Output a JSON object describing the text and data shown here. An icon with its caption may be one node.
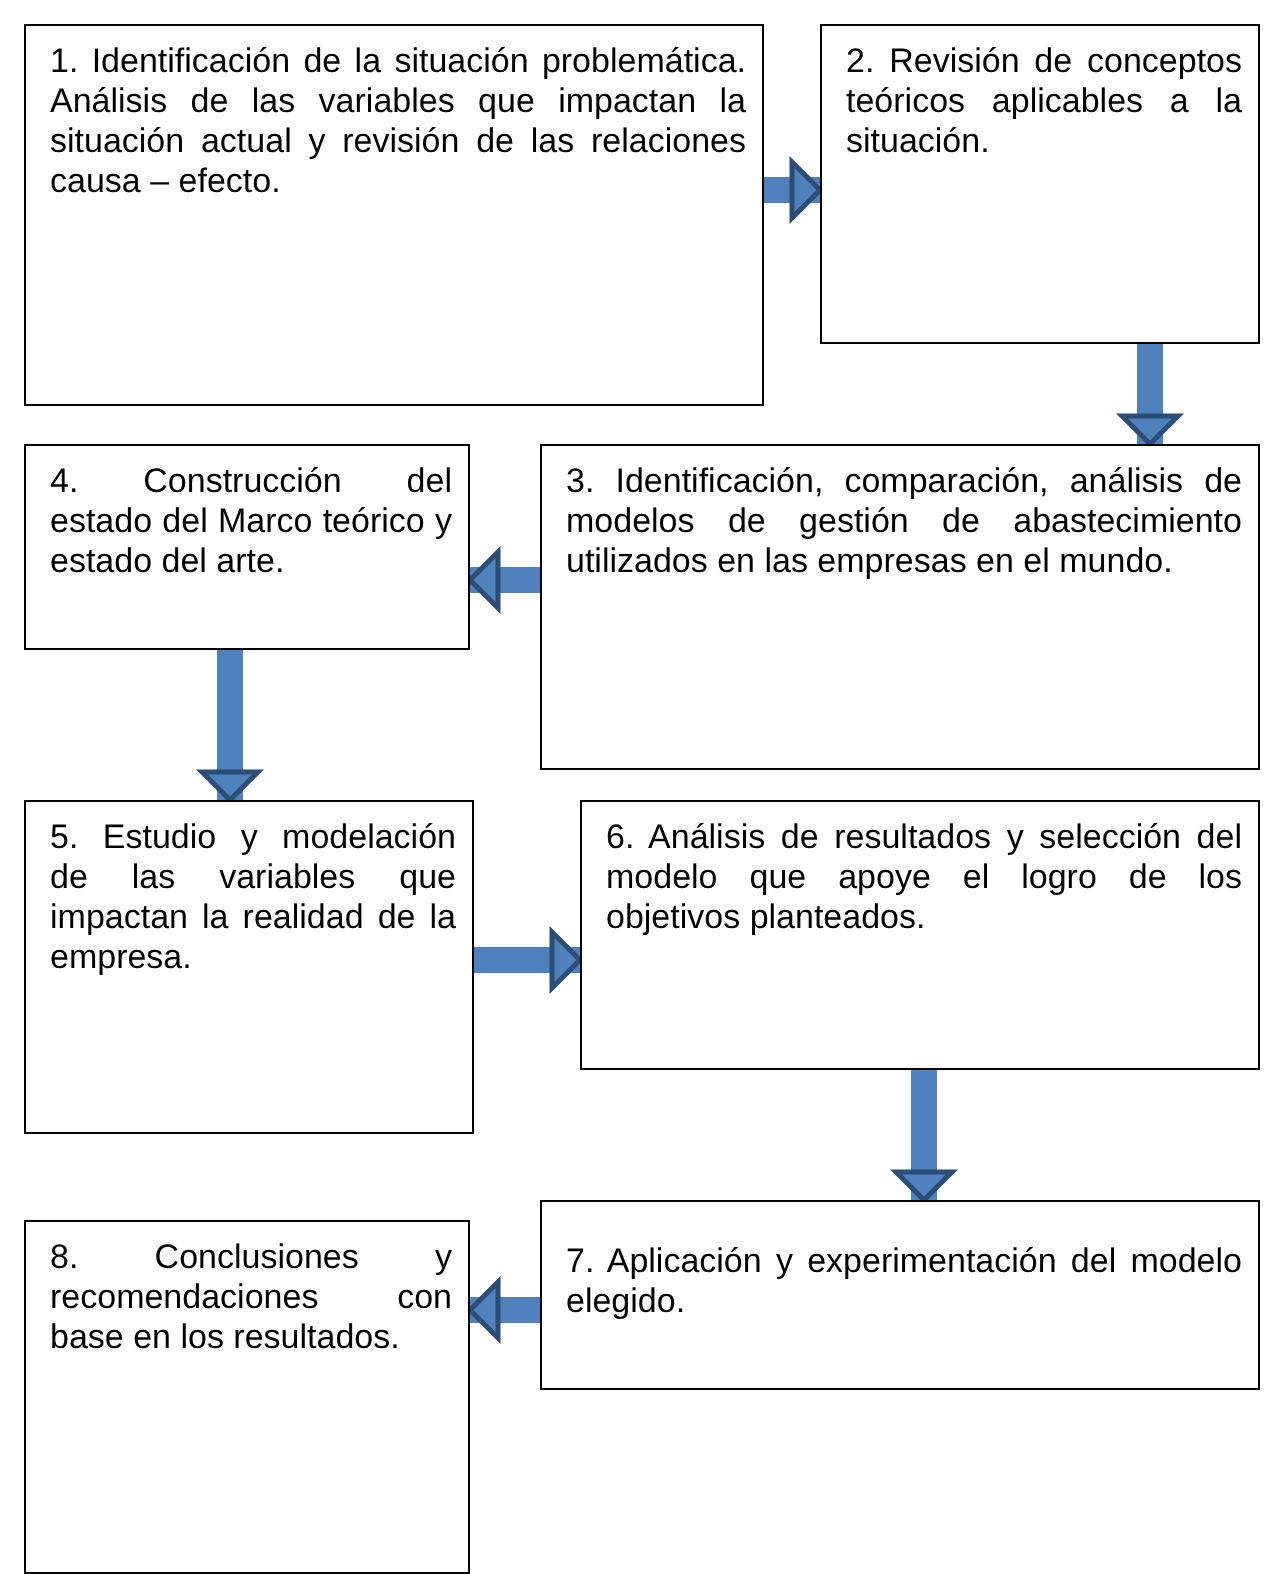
{
  "diagram": {
    "nodes": [
      {
        "text": [
          "1. Identificación de la situación problemática. Análisis de las variables que impactan la situación actual y revisión de las relaciones causa – efecto."
        ]
      },
      {
        "text": [
          "2. Revisión de conceptos teóricos aplicables a la situación."
        ]
      },
      {
        "text": [
          "3. Identificación, comparación, análisis de modelos de gestión de abastecimiento utilizados en las empresas en el mundo."
        ]
      },
      {
        "text": [
          "4. Construcción del estado del Marco teórico y estado del arte."
        ]
      },
      {
        "text": [
          "5. Estudio y modelación de las variables que impactan la realidad de la empresa."
        ]
      },
      {
        "text": [
          "6. Análisis de resultados y selección del modelo que apoye el logro de los objetivos planteados."
        ]
      },
      {
        "text": [
          "7. Aplicación y experimentación del modelo elegido."
        ]
      },
      {
        "text": [
          "8. Conclusiones y recomendaciones con base en los resultados."
        ]
      }
    ],
    "edges": [
      {
        "from": 0,
        "to": 1,
        "arrow": "to"
      },
      {
        "from": 1,
        "to": 2,
        "arrow": "to"
      },
      {
        "from": 2,
        "to": 3,
        "arrow": "to"
      },
      {
        "from": 3,
        "to": 4,
        "arrow": "to"
      },
      {
        "from": 4,
        "to": 5,
        "arrow": "to"
      },
      {
        "from": 5,
        "to": 6,
        "arrow": "to"
      },
      {
        "from": 6,
        "to": 7,
        "arrow": "to"
      }
    ]
  }
}
